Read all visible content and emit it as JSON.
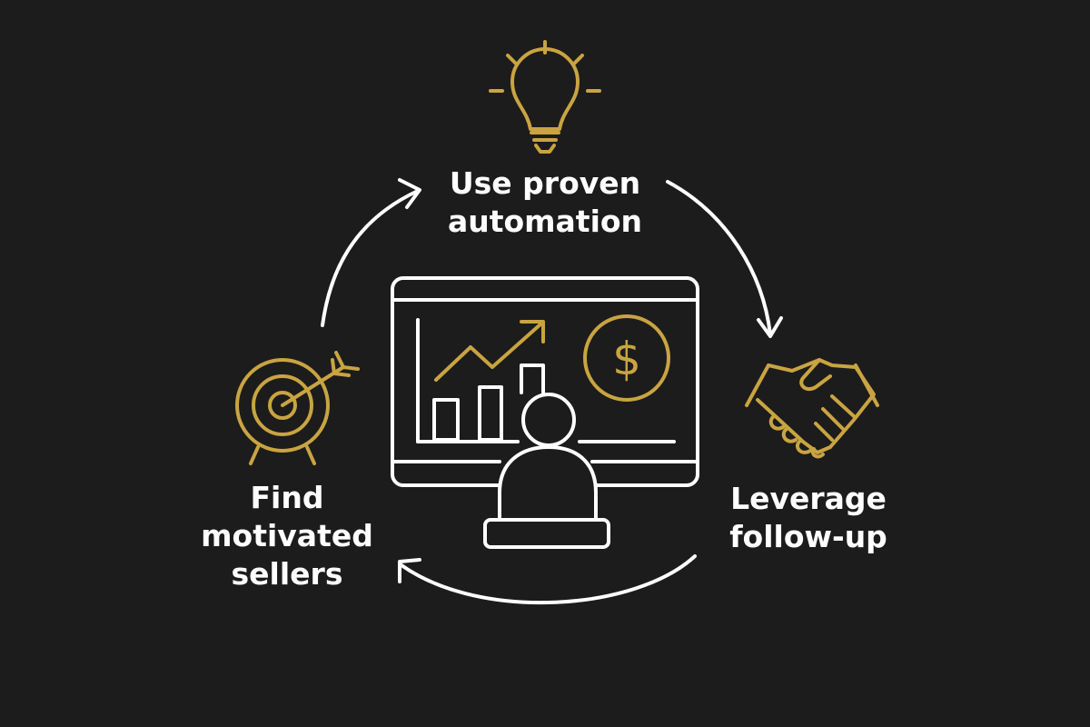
{
  "diagram": {
    "steps": [
      {
        "id": "top",
        "lines": [
          "Use proven",
          "automation"
        ],
        "icon": "lightbulb-icon"
      },
      {
        "id": "right",
        "lines": [
          "Leverage",
          "follow-up"
        ],
        "icon": "handshake-icon"
      },
      {
        "id": "left",
        "lines": [
          "Find",
          "motivated",
          "sellers"
        ],
        "icon": "target-icon"
      }
    ],
    "center_icon": "monitor-chart-user-icon",
    "currency_symbol": "$",
    "colors": {
      "background": "#1c1c1c",
      "accent": "#c9a441",
      "line": "#ffffff",
      "text": "#ffffff"
    }
  }
}
